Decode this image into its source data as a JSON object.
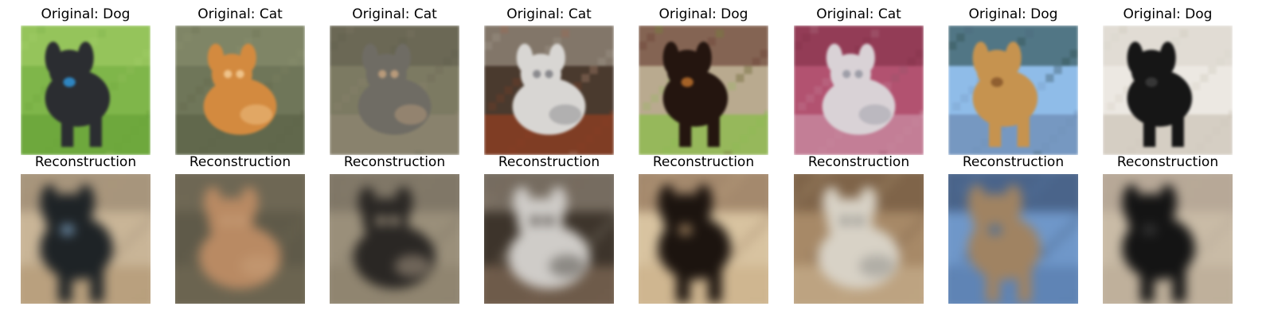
{
  "panels": [
    {
      "title": "Original: Dog",
      "subject": "dog",
      "palette": {
        "bg": "#7fb64a",
        "bg2": "#a8d06a",
        "animal": "#2b2d31",
        "accent": "#2f8fd1",
        "ground": "#6aa53a"
      }
    },
    {
      "title": "Original: Cat",
      "subject": "cat",
      "palette": {
        "bg": "#6f7659",
        "bg2": "#8c9271",
        "animal": "#d38a3f",
        "accent": "#efc38a",
        "ground": "#5e6548"
      }
    },
    {
      "title": "Original: Cat",
      "subject": "cat",
      "palette": {
        "bg": "#7c7a62",
        "bg2": "#5d5a4a",
        "animal": "#6f6c64",
        "accent": "#b89a7a",
        "ground": "#8c8470"
      }
    },
    {
      "title": "Original: Cat",
      "subject": "cat",
      "palette": {
        "bg": "#4a3a2e",
        "bg2": "#b1a79b",
        "animal": "#d8d6d3",
        "accent": "#8a8a8e",
        "ground": "#8c3f22"
      }
    },
    {
      "title": "Original: Dog",
      "subject": "dog",
      "palette": {
        "bg": "#b9aa8f",
        "bg2": "#5a2a22",
        "animal": "#24150f",
        "accent": "#b46a2a",
        "ground": "#8dbb4e"
      }
    },
    {
      "title": "Original: Cat",
      "subject": "cat",
      "palette": {
        "bg": "#b25270",
        "bg2": "#7a2a42",
        "animal": "#d9d2d6",
        "accent": "#9e9ea8",
        "ground": "#c78aa0"
      }
    },
    {
      "title": "Original: Dog",
      "subject": "dog",
      "palette": {
        "bg": "#8fbce8",
        "bg2": "#1f3c33",
        "animal": "#c6934f",
        "accent": "#8a5a2c",
        "ground": "#6f8fb6"
      }
    },
    {
      "title": "Original: Dog",
      "subject": "dog",
      "palette": {
        "bg": "#ece8e2",
        "bg2": "#d8d2c8",
        "animal": "#161616",
        "accent": "#3a3a3a",
        "ground": "#cfc7bb"
      }
    }
  ],
  "reconstruction_title": "Reconstruction",
  "reconstruction_palettes": [
    {
      "bg": "#c9b597",
      "bg2": "#8a7a66",
      "animal": "#1e2326",
      "accent": "#7a9fbf",
      "ground": "#b59b78"
    },
    {
      "bg": "#5f5a49",
      "bg2": "#7a725d",
      "animal": "#b98a63",
      "accent": "#c9a07a",
      "ground": "#6e6753"
    },
    {
      "bg": "#9a8f7a",
      "bg2": "#6b6457",
      "animal": "#2a2724",
      "accent": "#b3a48d",
      "ground": "#8d826e"
    },
    {
      "bg": "#3d342b",
      "bg2": "#a59a8c",
      "animal": "#cfccc8",
      "accent": "#4a4540",
      "ground": "#7a6552"
    },
    {
      "bg": "#d8c3a0",
      "bg2": "#7a5a43",
      "animal": "#1c140f",
      "accent": "#a88864",
      "ground": "#cdb38c"
    },
    {
      "bg": "#a78967",
      "bg2": "#5e4632",
      "animal": "#d8d2c6",
      "accent": "#8a8a86",
      "ground": "#c3aa88"
    },
    {
      "bg": "#6f97c9",
      "bg2": "#2b3b55",
      "animal": "#a08362",
      "accent": "#4a6f9a",
      "ground": "#5b7fb0"
    },
    {
      "bg": "#c9bba6",
      "bg2": "#a8998a",
      "animal": "#141414",
      "accent": "#3a3a3a",
      "ground": "#bdae98"
    }
  ]
}
